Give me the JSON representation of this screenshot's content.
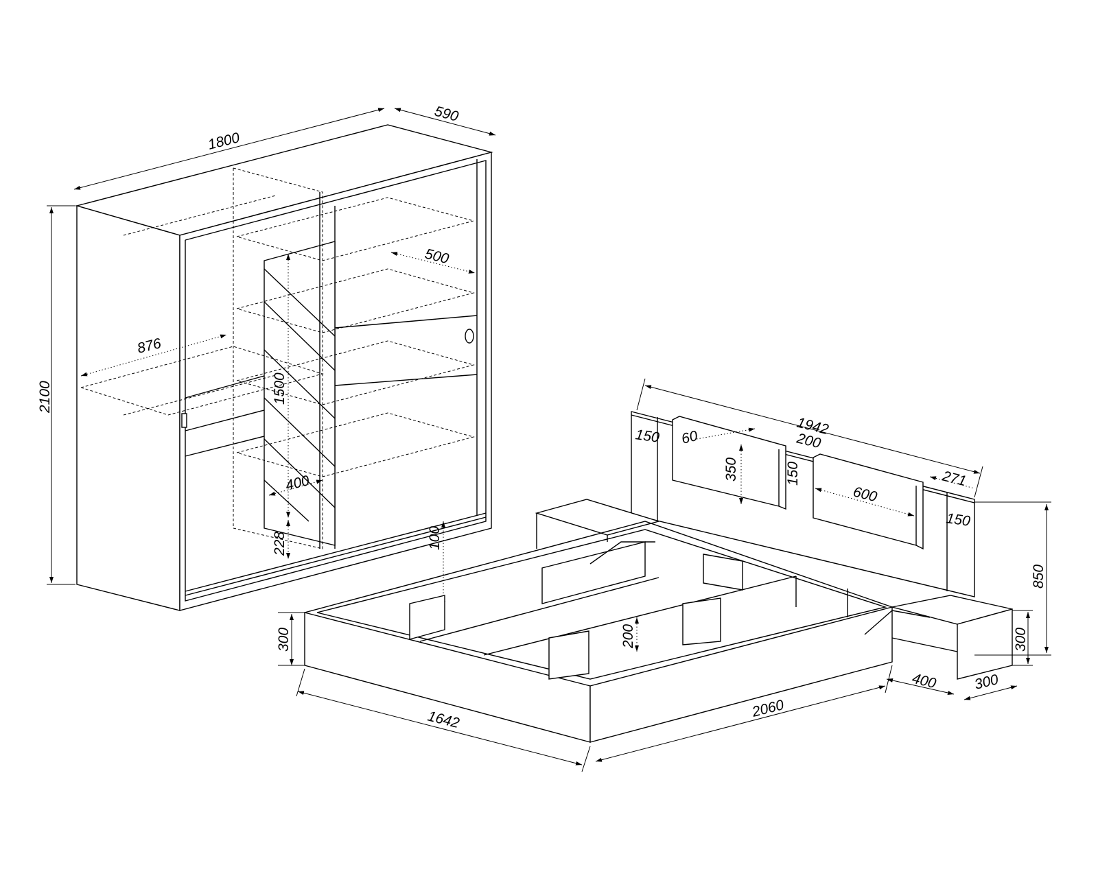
{
  "wardrobe": {
    "width": "1800",
    "depth": "590",
    "height": "2100",
    "rail_width": "876",
    "shelf_depth": "500",
    "mirror_height": "1500",
    "shelf_depth_inner": "400",
    "bottom_gap": "228",
    "plinth": "100"
  },
  "bed": {
    "headboard_width": "1942",
    "headboard_side_left": "150",
    "cushion_depth": "60",
    "cushion_gap": "200",
    "cushion_height": "350",
    "cushion_offset": "150",
    "side_offset": "271",
    "cushion_width": "600",
    "headboard_side_right": "150",
    "headboard_height": "850",
    "frame_height": "300",
    "inner_height": "200",
    "nightstand_height": "300",
    "nightstand_depth": "400",
    "nightstand_width": "300",
    "frame_width": "1642",
    "frame_length": "2060"
  }
}
